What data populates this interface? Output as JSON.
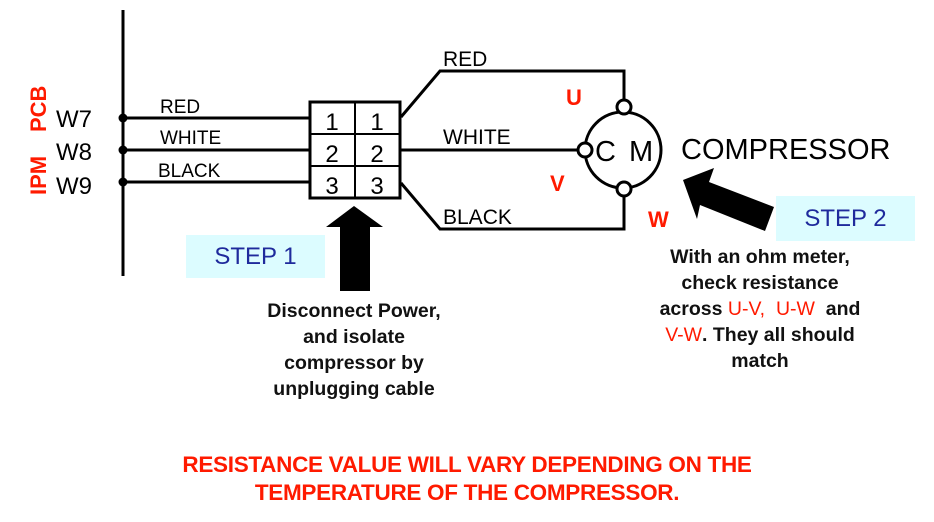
{
  "board": {
    "label_ipm": "IPM",
    "label_pcb": "PCB",
    "terminals": [
      "W7",
      "W8",
      "W9"
    ]
  },
  "wires_left": [
    "RED",
    "WHITE",
    "BLACK"
  ],
  "connector": {
    "left_pins": [
      "1",
      "2",
      "3"
    ],
    "right_pins": [
      "1",
      "2",
      "3"
    ]
  },
  "wires_right": [
    "RED",
    "WHITE",
    "BLACK"
  ],
  "compressor": {
    "symbol_c": "C",
    "symbol_m": "M",
    "label": "COMPRESSOR",
    "terminals": {
      "u": "U",
      "v": "V",
      "w": "W"
    }
  },
  "step1": {
    "label": "STEP 1",
    "instructions": [
      "Disconnect Power,",
      "and isolate",
      "compressor by",
      "unplugging cable"
    ]
  },
  "step2": {
    "label": "STEP 2",
    "line1": "With an ohm meter,",
    "line2": "check resistance",
    "line3_pre": "across ",
    "pair_uv": "U-V,",
    "pair_uw": "U-W",
    "line3_post": " and",
    "pair_vw": "V-W",
    "line4_post": ". They all should",
    "line5": "match"
  },
  "warning": {
    "line1": "RESISTANCE VALUE WILL VARY DEPENDING ON THE",
    "line2": "TEMPERATURE OF THE COMPRESSOR."
  },
  "colors": {
    "accent_red": "#ff1a00",
    "step_bg": "#dcfcff",
    "step_text": "#1f2a9c"
  }
}
